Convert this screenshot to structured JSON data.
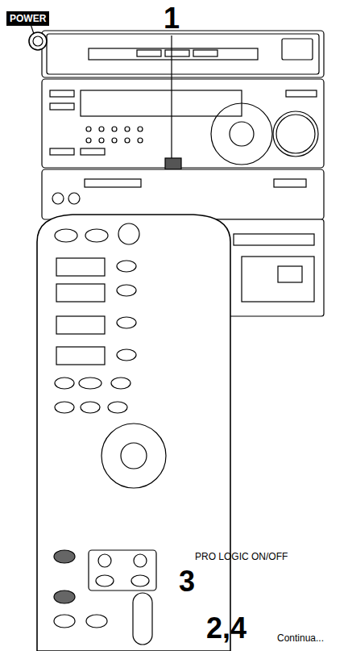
{
  "diagram": {
    "nodes": [
      {
        "text": [
          "POWER"
        ]
      }
    ],
    "labels": [
      "1",
      "PRO LOGIC ON/OFF",
      "3",
      "2,4",
      "Continua..."
    ]
  }
}
